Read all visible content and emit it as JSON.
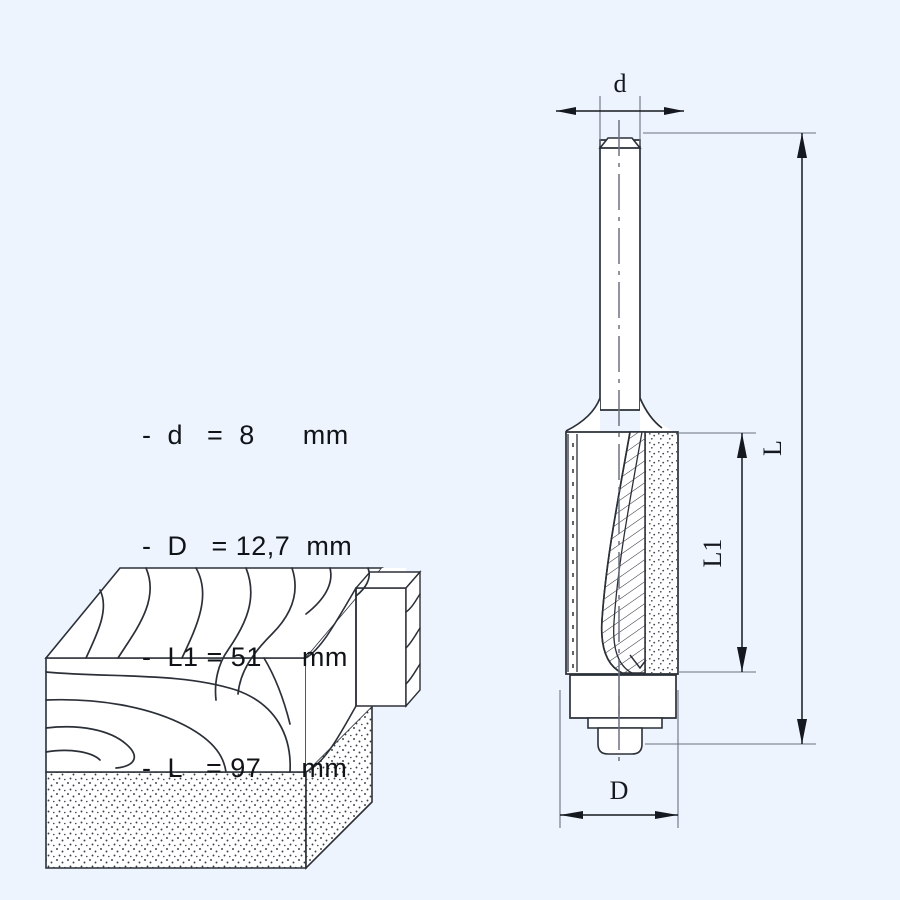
{
  "drawing": {
    "title": "Flush trim router bit with bearing - technical drawing",
    "background_color": "#eef4fe",
    "line_color": "#2b3038",
    "fill_color": "#ffffff"
  },
  "specs": {
    "heading": "",
    "rows": [
      {
        "bullet": "-",
        "symbol": "d",
        "equals": "=",
        "value": "8",
        "unit": "mm",
        "text": "-  d   =  8      mm"
      },
      {
        "bullet": "-",
        "symbol": "D",
        "equals": "=",
        "value": "12,7",
        "unit": "mm",
        "text": "-  D   = 12,7  mm"
      },
      {
        "bullet": "-",
        "symbol": "L1",
        "equals": "=",
        "value": "51",
        "unit": "mm",
        "text": "-  L1 = 51     mm"
      },
      {
        "bullet": "-",
        "symbol": "L",
        "equals": "=",
        "value": "97",
        "unit": "mm",
        "text": "-  L   = 97     mm"
      }
    ]
  },
  "dimensions": {
    "shank_diameter": {
      "label": "d",
      "value": "8",
      "unit": "mm"
    },
    "cutter_diameter": {
      "label": "D",
      "value": "12,7",
      "unit": "mm"
    },
    "cutting_length": {
      "label": "L1",
      "value": "51",
      "unit": "mm"
    },
    "overall_length": {
      "label": "L",
      "value": "97",
      "unit": "mm"
    }
  },
  "workpiece": {
    "name": "wood-block-with-rabbet",
    "top_layer": "wood-grain",
    "bottom_layer": "stippled-substrate"
  },
  "tool": {
    "shank": "cylindrical-shank-with-chamfer",
    "body": "cutter-body-with-helical-flute",
    "bearing": "guide-bearing",
    "screw": "bearing-retaining-screw"
  }
}
